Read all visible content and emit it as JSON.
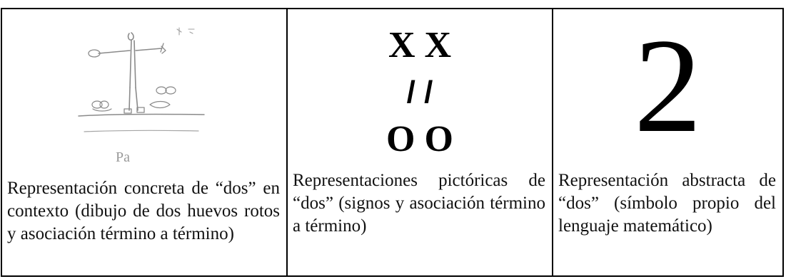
{
  "cells": [
    {
      "caption": "Representación concreta de “dos” en contexto (dibujo de dos huevos rotos y asociación término a término)",
      "drawing_label": "Pa"
    },
    {
      "signs": {
        "row1": "X X",
        "row2": "/ /",
        "row3": "O O"
      },
      "caption": "Representaciones pictóricas de “dos” (signos y asociación término a término)"
    },
    {
      "numeral": "2",
      "caption": "Representación abstracta de “dos” (símbolo propio del lenguaje matemático)"
    }
  ]
}
